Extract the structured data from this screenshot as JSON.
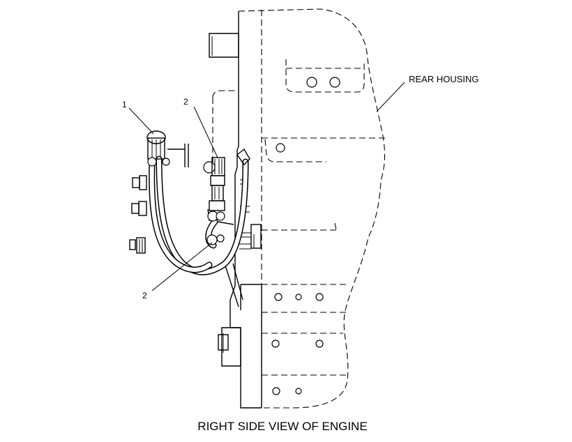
{
  "labels": {
    "rear_housing": "REAR HOUSING",
    "callout_1": "1",
    "callout_2_top": "2",
    "callout_2_bottom": "2"
  },
  "caption": "RIGHT SIDE VIEW OF ENGINE"
}
